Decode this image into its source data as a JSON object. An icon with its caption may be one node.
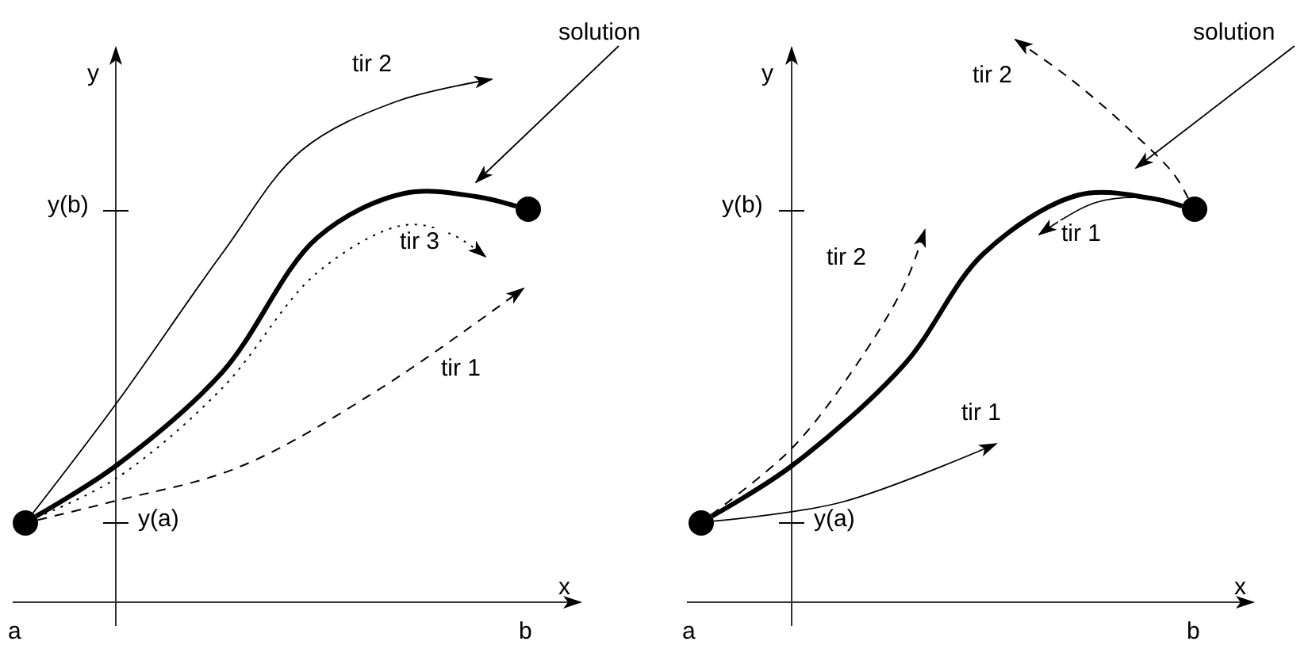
{
  "diagram": {
    "nodes": [
      {
        "text": [],
        "shape": "circle"
      },
      {
        "text": [],
        "shape": "circle"
      },
      {
        "text": [
          "solution"
        ]
      },
      {
        "text": [],
        "shape": "circle"
      },
      {
        "text": [],
        "shape": "circle"
      },
      {
        "text": [
          "solution"
        ]
      }
    ],
    "edges": [
      {
        "from": 0,
        "to": 1,
        "arrow": "none",
        "style": "thick"
      },
      {
        "from": 0,
        "to": null,
        "arrow": "to",
        "label": "tir 2"
      },
      {
        "from": 0,
        "to": null,
        "arrow": "to",
        "label": "tir 3",
        "style": "dashed"
      },
      {
        "from": 0,
        "to": null,
        "arrow": "to",
        "label": "tir 1",
        "style": "dashed"
      },
      {
        "from": 2,
        "to": null,
        "arrow": "to"
      },
      {
        "from": 3,
        "to": 4,
        "arrow": "none",
        "style": "thick"
      },
      {
        "from": 3,
        "to": null,
        "arrow": "to",
        "label": "tir 2",
        "style": "dashed"
      },
      {
        "from": 3,
        "to": null,
        "arrow": "to",
        "label": "tir 1"
      },
      {
        "from": 4,
        "to": null,
        "arrow": "to",
        "label": "tir 1"
      },
      {
        "from": 4,
        "to": null,
        "arrow": "to",
        "label": "tir 2",
        "style": "dashed"
      },
      {
        "from": 5,
        "to": null,
        "arrow": "to"
      }
    ],
    "labels": [
      "y",
      "y(b)",
      "y(a)",
      "x",
      "a",
      "b",
      "y",
      "y(b)",
      "y(a)",
      "x",
      "a",
      "b"
    ]
  }
}
